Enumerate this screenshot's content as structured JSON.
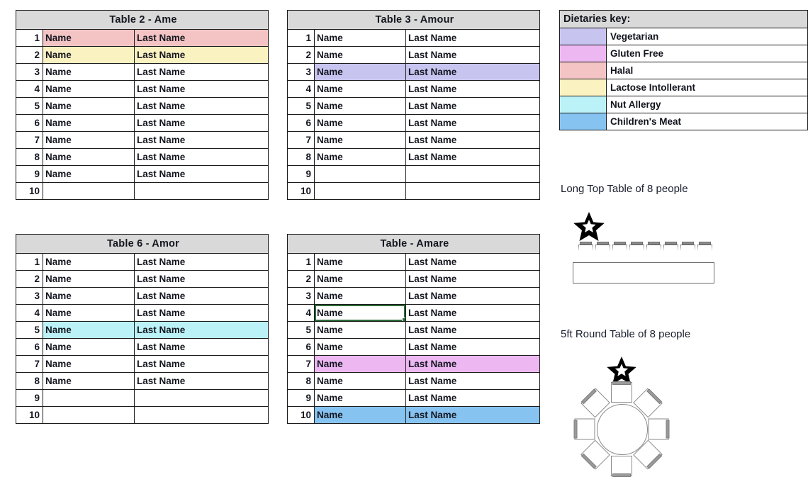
{
  "tables": [
    {
      "id": "table-2-ame",
      "title": "Table 2 - Ame",
      "rows": [
        {
          "num": "1",
          "first": "Name",
          "last": "Last Name",
          "fill": "halal"
        },
        {
          "num": "2",
          "first": "Name",
          "last": "Last Name",
          "fill": "lactose"
        },
        {
          "num": "3",
          "first": "Name",
          "last": "Last Name",
          "fill": ""
        },
        {
          "num": "4",
          "first": "Name",
          "last": "Last Name",
          "fill": ""
        },
        {
          "num": "5",
          "first": "Name",
          "last": "Last Name",
          "fill": ""
        },
        {
          "num": "6",
          "first": "Name",
          "last": "Last Name",
          "fill": ""
        },
        {
          "num": "7",
          "first": "Name",
          "last": "Last Name",
          "fill": ""
        },
        {
          "num": "8",
          "first": "Name",
          "last": "Last Name",
          "fill": ""
        },
        {
          "num": "9",
          "first": "Name",
          "last": "Last Name",
          "fill": ""
        },
        {
          "num": "10",
          "first": "",
          "last": "",
          "fill": ""
        }
      ]
    },
    {
      "id": "table-3-amour",
      "title": "Table 3 - Amour",
      "rows": [
        {
          "num": "1",
          "first": "Name",
          "last": "Last Name",
          "fill": ""
        },
        {
          "num": "2",
          "first": "Name",
          "last": "Last Name",
          "fill": ""
        },
        {
          "num": "3",
          "first": "Name",
          "last": "Last Name",
          "fill": "veg"
        },
        {
          "num": "4",
          "first": "Name",
          "last": "Last Name",
          "fill": ""
        },
        {
          "num": "5",
          "first": "Name",
          "last": "Last Name",
          "fill": ""
        },
        {
          "num": "6",
          "first": "Name",
          "last": "Last Name",
          "fill": ""
        },
        {
          "num": "7",
          "first": "Name",
          "last": "Last Name",
          "fill": ""
        },
        {
          "num": "8",
          "first": "Name",
          "last": "Last Name",
          "fill": ""
        },
        {
          "num": "9",
          "first": "",
          "last": "",
          "fill": ""
        },
        {
          "num": "10",
          "first": "",
          "last": "",
          "fill": ""
        }
      ]
    },
    {
      "id": "table-6-amor",
      "title": "Table 6 - Amor",
      "rows": [
        {
          "num": "1",
          "first": "Name",
          "last": "Last Name",
          "fill": ""
        },
        {
          "num": "2",
          "first": "Name",
          "last": "Last Name",
          "fill": ""
        },
        {
          "num": "3",
          "first": "Name",
          "last": "Last Name",
          "fill": ""
        },
        {
          "num": "4",
          "first": "Name",
          "last": "Last Name",
          "fill": ""
        },
        {
          "num": "5",
          "first": "Name",
          "last": "Last Name",
          "fill": "nut"
        },
        {
          "num": "6",
          "first": "Name",
          "last": "Last Name",
          "fill": ""
        },
        {
          "num": "7",
          "first": "Name",
          "last": "Last Name",
          "fill": ""
        },
        {
          "num": "8",
          "first": "Name",
          "last": "Last Name",
          "fill": ""
        },
        {
          "num": "9",
          "first": "",
          "last": "",
          "fill": ""
        },
        {
          "num": "10",
          "first": "",
          "last": "",
          "fill": ""
        }
      ]
    },
    {
      "id": "table-amare",
      "title": "Table - Amare",
      "rows": [
        {
          "num": "1",
          "first": "Name",
          "last": "Last Name",
          "fill": ""
        },
        {
          "num": "2",
          "first": "Name",
          "last": "Last Name",
          "fill": ""
        },
        {
          "num": "3",
          "first": "Name",
          "last": "Last Name",
          "fill": ""
        },
        {
          "num": "4",
          "first": "Name",
          "last": "Last Name",
          "fill": "",
          "selected": true
        },
        {
          "num": "5",
          "first": "Name",
          "last": "Last Name",
          "fill": ""
        },
        {
          "num": "6",
          "first": "Name",
          "last": "Last Name",
          "fill": ""
        },
        {
          "num": "7",
          "first": "Name",
          "last": "Last Name",
          "fill": "gf"
        },
        {
          "num": "8",
          "first": "Name",
          "last": "Last Name",
          "fill": ""
        },
        {
          "num": "9",
          "first": "Name",
          "last": "Last Name",
          "fill": ""
        },
        {
          "num": "10",
          "first": "Name",
          "last": "Last Name",
          "fill": "child"
        }
      ]
    }
  ],
  "dietaries_key": {
    "title": "Dietaries key:",
    "entries": [
      {
        "label": "Vegetarian",
        "color": "#c7c4ef"
      },
      {
        "label": "Gluten Free",
        "color": "#edb8f2"
      },
      {
        "label": "Halal",
        "color": "#f4c4c4"
      },
      {
        "label": "Lactose Intollerant",
        "color": "#fbf2c2"
      },
      {
        "label": "Nut Allergy",
        "color": "#bbf2f7"
      },
      {
        "label": "Children's Meat",
        "color": "#86c3f0"
      }
    ]
  },
  "diagrams": [
    {
      "id": "long-top-table",
      "caption": "Long Top Table of 8 people",
      "seats": 8
    },
    {
      "id": "round-table",
      "caption": "5ft Round Table of 8 people",
      "seats": 8
    }
  ],
  "colors": {
    "header_fill": "#d9d9d9",
    "border": "#1b1b1b",
    "selection": "#2b6b37"
  }
}
